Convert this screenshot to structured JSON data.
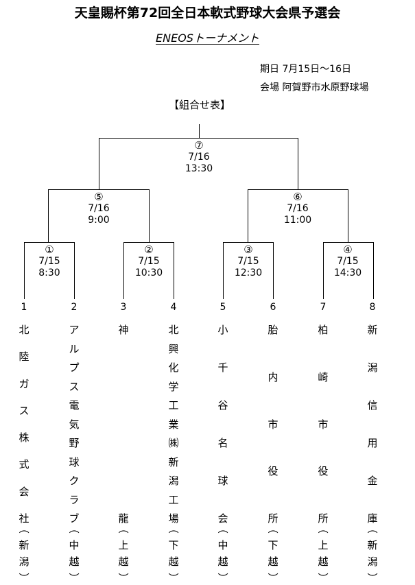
{
  "title": "天皇賜杯第72回全日本軟式野球大会県予選会",
  "subtitle": "ENEOSトーナメント",
  "info": {
    "period": "期日 7月15日〜16日",
    "venue": "会場  阿賀野市水原野球場"
  },
  "bracket_heading": "【組合せ表】",
  "matches": [
    {
      "num": "①",
      "date": "7/15",
      "time": "8:30"
    },
    {
      "num": "②",
      "date": "7/15",
      "time": "10:30"
    },
    {
      "num": "③",
      "date": "7/15",
      "time": "12:30"
    },
    {
      "num": "④",
      "date": "7/15",
      "time": "14:30"
    },
    {
      "num": "⑤",
      "date": "7/16",
      "time": "9:00"
    },
    {
      "num": "⑥",
      "date": "7/16",
      "time": "11:00"
    },
    {
      "num": "⑦",
      "date": "7/16",
      "time": "13:30"
    }
  ],
  "teams": [
    {
      "no": "1",
      "name": "北陸ガス株式会社",
      "region": "新潟"
    },
    {
      "no": "2",
      "name": "アルプス電気野球クラブ",
      "region": "中越"
    },
    {
      "no": "3",
      "name": "神龍",
      "region": "上越"
    },
    {
      "no": "4",
      "name": "北興化学工業㈱新潟工場",
      "region": "下越"
    },
    {
      "no": "5",
      "name": "小千谷名球会",
      "region": "中越"
    },
    {
      "no": "6",
      "name": "胎内市役所",
      "region": "下越"
    },
    {
      "no": "7",
      "name": "柏崎市役所",
      "region": "上越"
    },
    {
      "no": "8",
      "name": "新潟信用金庫",
      "region": "新潟"
    }
  ]
}
